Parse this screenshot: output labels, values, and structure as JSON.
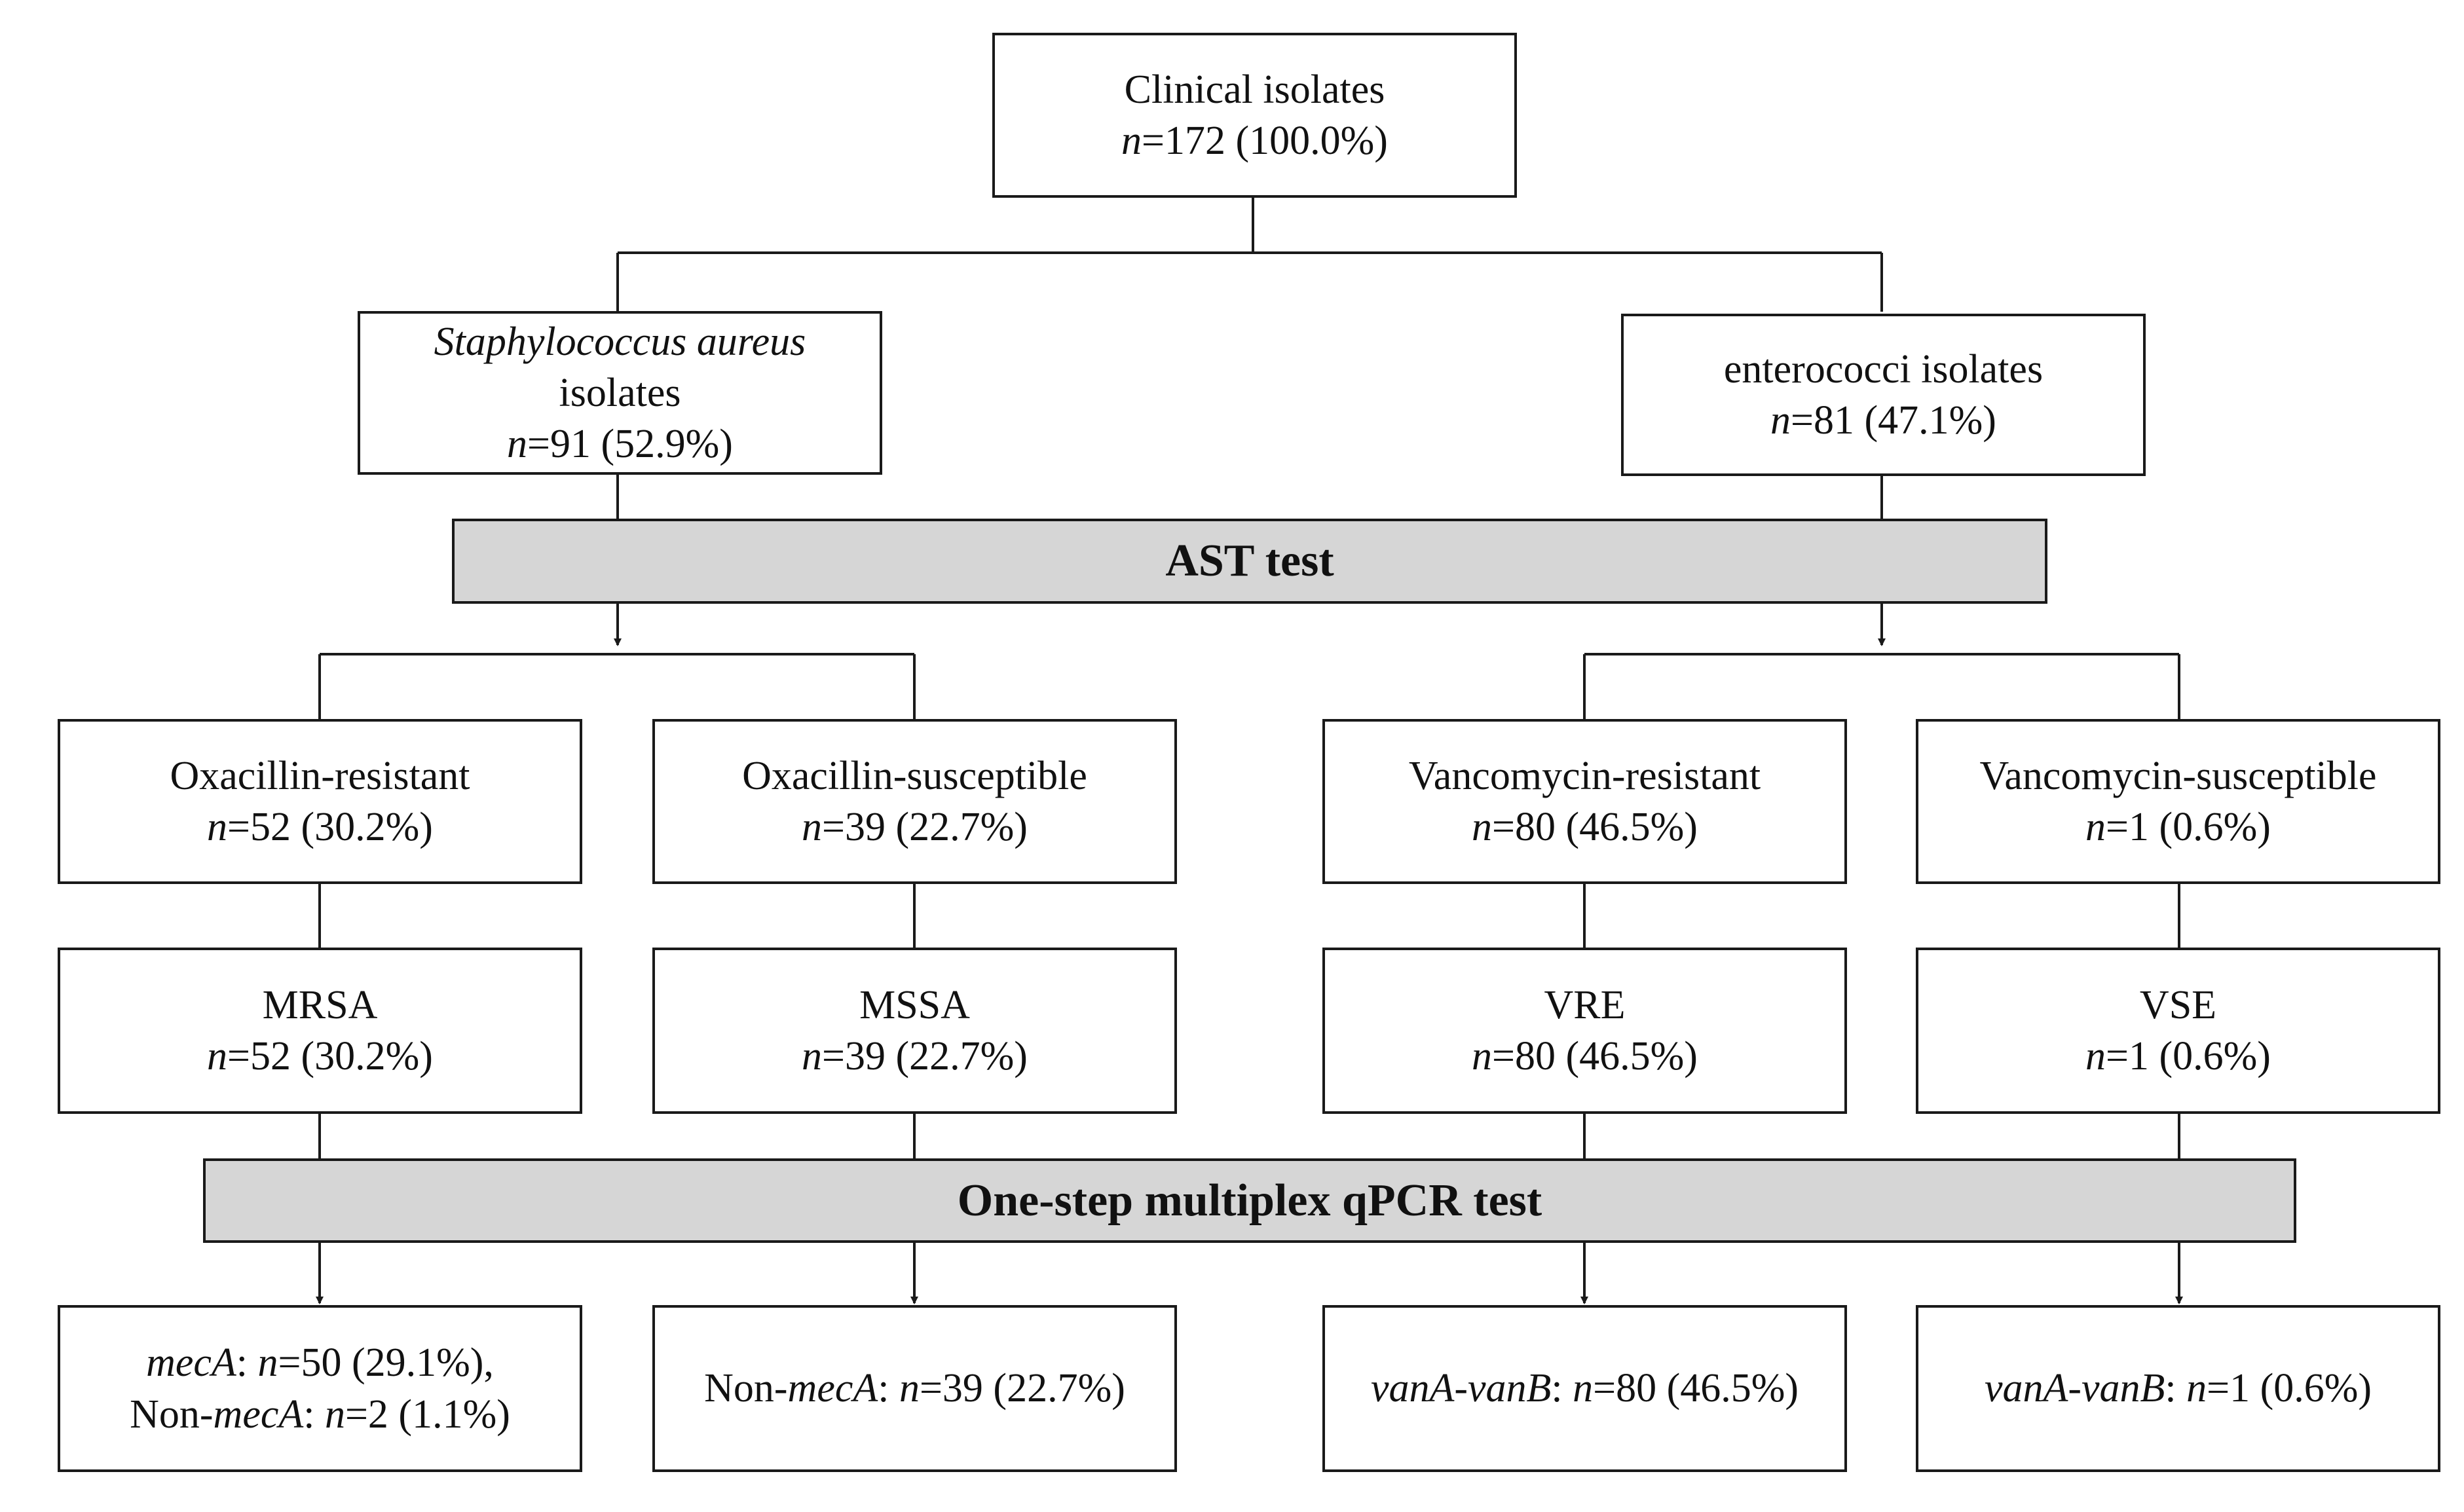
{
  "root": {
    "title": "Clinical isolates",
    "n": "=172 (100.0%)"
  },
  "species": [
    {
      "title_italic": "Staphylococcus aureus",
      "title_rest": "isolates",
      "n": "=91 (52.9%)"
    },
    {
      "title": "enterococci isolates",
      "n": "=81 (47.1%)"
    }
  ],
  "bands": {
    "ast": "AST test",
    "qpcr": "One-step multiplex qPCR test"
  },
  "phenotypes": [
    {
      "label": "Oxacillin-resistant",
      "n": "=52 (30.2%)"
    },
    {
      "label": "Oxacillin-susceptible",
      "n": "=39 (22.7%)"
    },
    {
      "label": "Vancomycin-resistant",
      "n": "=80 (46.5%)"
    },
    {
      "label": "Vancomycin-susceptible",
      "n": "=1 (0.6%)"
    }
  ],
  "groups": [
    {
      "label": "MRSA",
      "n": "=52 (30.2%)"
    },
    {
      "label": "MSSA",
      "n": "=39 (22.7%)"
    },
    {
      "label": "VRE",
      "n": "=80 (46.5%)"
    },
    {
      "label": "VSE",
      "n": "=1 (0.6%)"
    }
  ],
  "genes": [
    {
      "gene": "mecA",
      "sep1": ": ",
      "n_label": "n",
      "value": "=50 (29.1%),",
      "prefix2": "Non-",
      "gene2": "mecA",
      "sep2": ": ",
      "n_label2": "n",
      "value2": "=2 (1.1%)"
    },
    {
      "prefix": "Non-",
      "gene": "mecA",
      "sep": ": ",
      "n_label": "n",
      "value": "=39 (22.7%)"
    },
    {
      "gene": "vanA-vanB",
      "sep": ": ",
      "n_label": "n",
      "value": "=80 (46.5%)"
    },
    {
      "gene": "vanA-vanB",
      "sep": ": ",
      "n_label": "n",
      "value": "=1 (0.6%)"
    }
  ],
  "n_symbol": "n",
  "colors": {
    "box_border": "#1a1a1a",
    "band_fill": "#d6d6d6",
    "text": "#111111"
  }
}
